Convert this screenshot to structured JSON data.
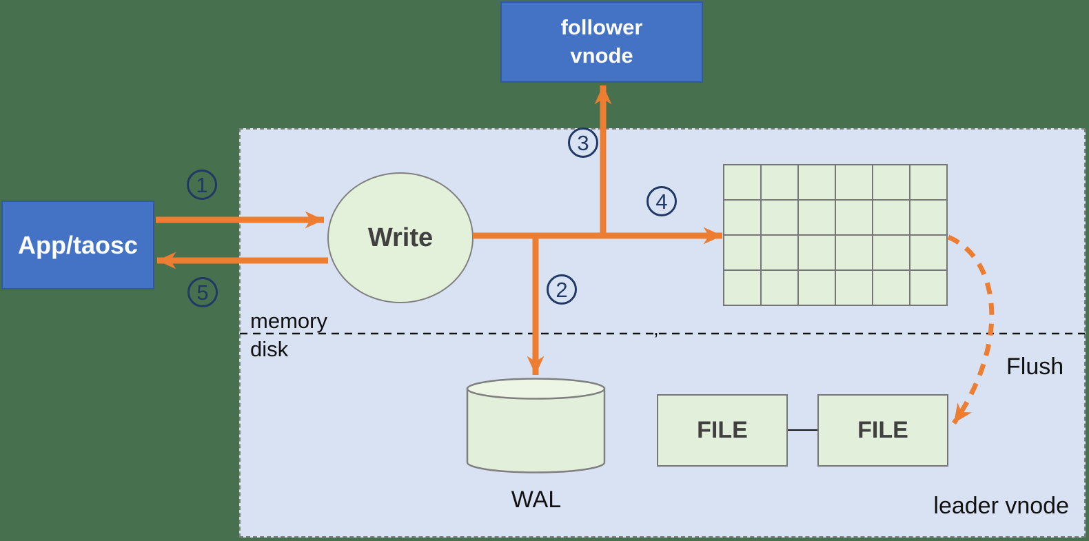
{
  "colors": {
    "background": "#47714E",
    "panel_fill": "#D9E2F3",
    "panel_border": "#7F7F7F",
    "node_blue": "#4472C4",
    "node_blue_border": "#2F5B9E",
    "node_green": "#E2EFDA",
    "node_green_light": "#EDF5E5",
    "node_green_border": "#767676",
    "arrow_orange": "#ED7D31",
    "step_navy": "#1F3864",
    "dark_text": "#404040",
    "black_text": "#111111"
  },
  "nodes": {
    "app": {
      "label": "App/taosc"
    },
    "follower": {
      "line1": "follower",
      "line2": "vnode"
    },
    "write": {
      "label": "Write"
    },
    "wal": {
      "label": "WAL"
    },
    "file1": {
      "label": "FILE"
    },
    "file2": {
      "label": "FILE"
    }
  },
  "labels": {
    "memory": "memory",
    "disk": "disk",
    "flush": "Flush",
    "leader": "leader vnode",
    "tick": ","
  },
  "steps": {
    "s1": "1",
    "s2": "2",
    "s3": "3",
    "s4": "4",
    "s5": "5"
  },
  "grid": {
    "rows": 4,
    "cols": 6
  }
}
